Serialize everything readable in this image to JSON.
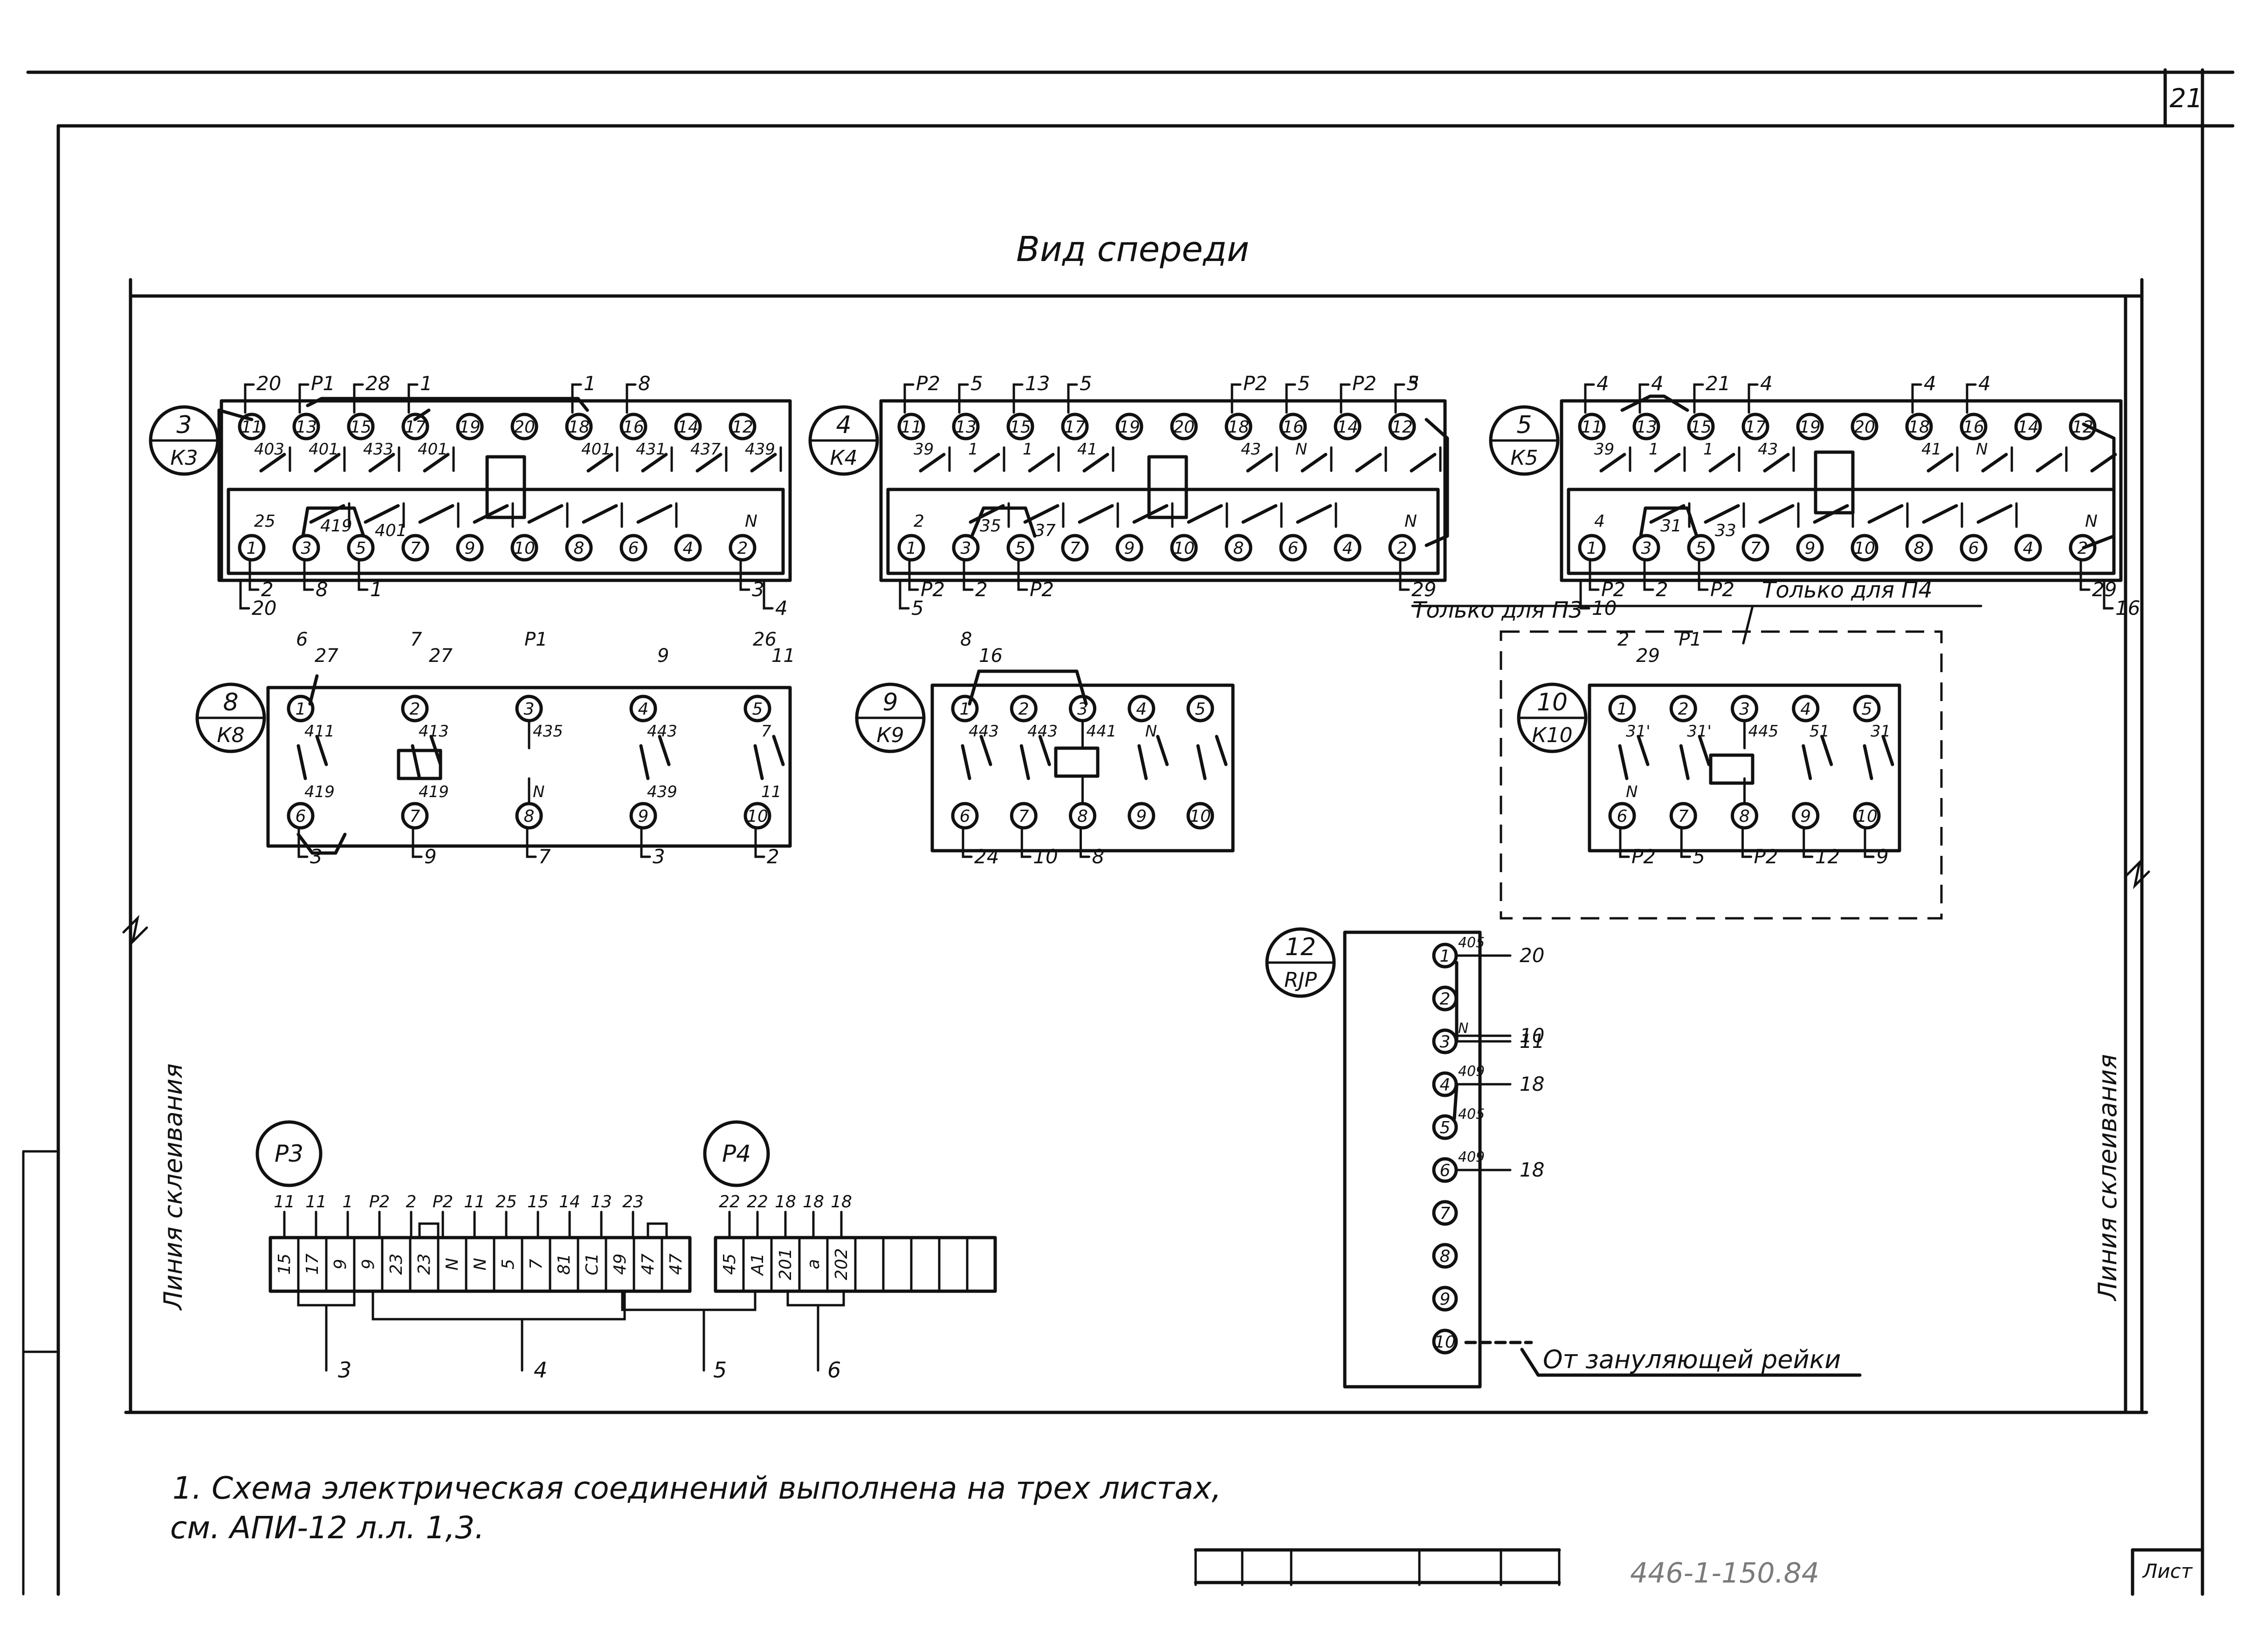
{
  "sheet": {
    "sheet_number": "21",
    "title": "Вид спереди",
    "sheet_label": "Лист",
    "doc_code": "446-1-150.84"
  },
  "glue_line": {
    "left": "Линия склеивания",
    "right": "Линия склеивания"
  },
  "notes": {
    "line1": "1. Схема электрическая соединений выполнена на трех листах,",
    "line2": "см. АПИ-12  л.л. 1,3."
  },
  "devices": {
    "k3": {
      "num": "3",
      "name": "К3"
    },
    "k4": {
      "num": "4",
      "name": "К4"
    },
    "k5": {
      "num": "5",
      "name": "К5"
    },
    "k8": {
      "num": "8",
      "name": "К8"
    },
    "k9": {
      "num": "9",
      "name": "К9"
    },
    "k10": {
      "num": "10",
      "name": "К10"
    },
    "rjp": {
      "num": "12",
      "name": "RJP"
    },
    "p3": {
      "name": "P3"
    },
    "p4": {
      "name": "P4"
    }
  },
  "labels": {
    "only_p3": "Только для П3",
    "only_p4": "Только для П4",
    "from_rail": "От зануляющей рейки"
  },
  "pins": {
    "relay_top": [
      "11",
      "13",
      "15",
      "17",
      "19",
      "20",
      "18",
      "16",
      "14",
      "12"
    ],
    "relay_bottom": [
      "1",
      "3",
      "5",
      "7",
      "9",
      "10",
      "8",
      "6",
      "4",
      "2"
    ],
    "small_top": [
      "1",
      "2",
      "3",
      "4",
      "5"
    ],
    "small_bottom": [
      "6",
      "7",
      "8",
      "9",
      "10"
    ],
    "rjp_pins": [
      "1",
      "2",
      "3",
      "4",
      "5",
      "6",
      "7",
      "8",
      "9",
      "10"
    ]
  },
  "wires": {
    "k3_top_out": [
      "20",
      "P1",
      "28",
      "1",
      "1",
      "8"
    ],
    "k3_top_in": [
      "403",
      "401",
      "433",
      "401",
      "401",
      "431",
      "437",
      "439"
    ],
    "k3_mid": [
      "25",
      "419",
      "401",
      "N"
    ],
    "k3_bottom_out": [
      "2",
      "8",
      "1",
      "3",
      "20",
      "4"
    ],
    "k4_top_out": [
      "P2",
      "5",
      "13",
      "5",
      "P2",
      "5",
      "P2",
      "5",
      "3"
    ],
    "k4_top_in": [
      "39",
      "1",
      "1",
      "41",
      "43",
      "N"
    ],
    "k4_mid": [
      "2",
      "35",
      "37",
      "N"
    ],
    "k4_bottom_out": [
      "P2",
      "2",
      "P2",
      "29",
      "5"
    ],
    "k5_top_out": [
      "4",
      "4",
      "21",
      "4",
      "4",
      "4"
    ],
    "k5_top_in": [
      "39",
      "1",
      "1",
      "43",
      "41",
      "N"
    ],
    "k5_mid": [
      "4",
      "31",
      "33",
      "N"
    ],
    "k5_bottom_out": [
      "P2",
      "2",
      "P2",
      "29",
      "10",
      "16"
    ],
    "k8_top_out": [
      "6",
      "27",
      "7",
      "27",
      "P1",
      "9",
      "26",
      "11"
    ],
    "k8_inner": [
      "411",
      "413",
      "435",
      "443",
      "7",
      "419",
      "419",
      "N",
      "439",
      "11"
    ],
    "k8_bottom_out": [
      "3",
      "9",
      "7",
      "3",
      "2"
    ],
    "k9_top_out": [
      "8",
      "16"
    ],
    "k9_inner": [
      "443",
      "443",
      "441",
      "N"
    ],
    "k9_bottom_out": [
      "24",
      "10",
      "8"
    ],
    "k10_top_out": [
      "2",
      "29",
      "P1"
    ],
    "k10_inner": [
      "31'",
      "31'",
      "445",
      "51",
      "31",
      "N"
    ],
    "k10_bottom_out": [
      "P2",
      "5",
      "P2",
      "12",
      "9"
    ],
    "rjp_in": [
      "405",
      "N",
      "409",
      "405",
      "409"
    ],
    "rjp_out": [
      "20",
      "10",
      "11",
      "18",
      "18"
    ]
  },
  "terminals": {
    "p3_top": [
      "11",
      "11",
      "1",
      "P2",
      "2",
      "P2",
      "11",
      "25",
      "15",
      "14",
      "13",
      "23"
    ],
    "p3_cells": [
      "15",
      "17",
      "9",
      "9",
      "23",
      "23",
      "N",
      "N",
      "5",
      "7",
      "81",
      "C1",
      "49",
      "47",
      "47"
    ],
    "p4_top": [
      "22",
      "22",
      "18",
      "18",
      "18"
    ],
    "p4_cells": [
      "45",
      "A1",
      "201",
      "a",
      "202"
    ],
    "groups": [
      "3",
      "4",
      "5",
      "6"
    ]
  }
}
